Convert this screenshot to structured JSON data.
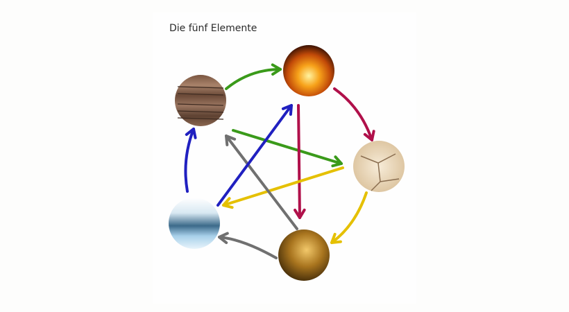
{
  "title": "Die fünf Elemente",
  "elements": [
    {
      "id": "wood",
      "icon": "wood-texture-icon"
    },
    {
      "id": "fire",
      "icon": "fire-icon"
    },
    {
      "id": "earth",
      "icon": "cracked-earth-icon"
    },
    {
      "id": "metal",
      "icon": "gold-metal-icon"
    },
    {
      "id": "water",
      "icon": "water-splash-icon"
    }
  ],
  "colors": {
    "green": "#3a9a1a",
    "crimson": "#b0104a",
    "yellow": "#e5c000",
    "gray": "#707070",
    "blue": "#2020c0"
  },
  "arrows": [
    {
      "from": "wood",
      "to": "fire",
      "color": "green",
      "kind": "generating"
    },
    {
      "from": "fire",
      "to": "earth",
      "color": "crimson",
      "kind": "generating"
    },
    {
      "from": "earth",
      "to": "metal",
      "color": "yellow",
      "kind": "generating"
    },
    {
      "from": "metal",
      "to": "water",
      "color": "gray",
      "kind": "generating"
    },
    {
      "from": "water",
      "to": "wood",
      "color": "blue",
      "kind": "generating"
    },
    {
      "from": "wood",
      "to": "earth",
      "color": "green",
      "kind": "controlling"
    },
    {
      "from": "fire",
      "to": "metal",
      "color": "crimson",
      "kind": "controlling"
    },
    {
      "from": "earth",
      "to": "water",
      "color": "yellow",
      "kind": "controlling"
    },
    {
      "from": "metal",
      "to": "wood",
      "color": "gray",
      "kind": "controlling"
    },
    {
      "from": "water",
      "to": "fire",
      "color": "blue",
      "kind": "controlling"
    }
  ]
}
